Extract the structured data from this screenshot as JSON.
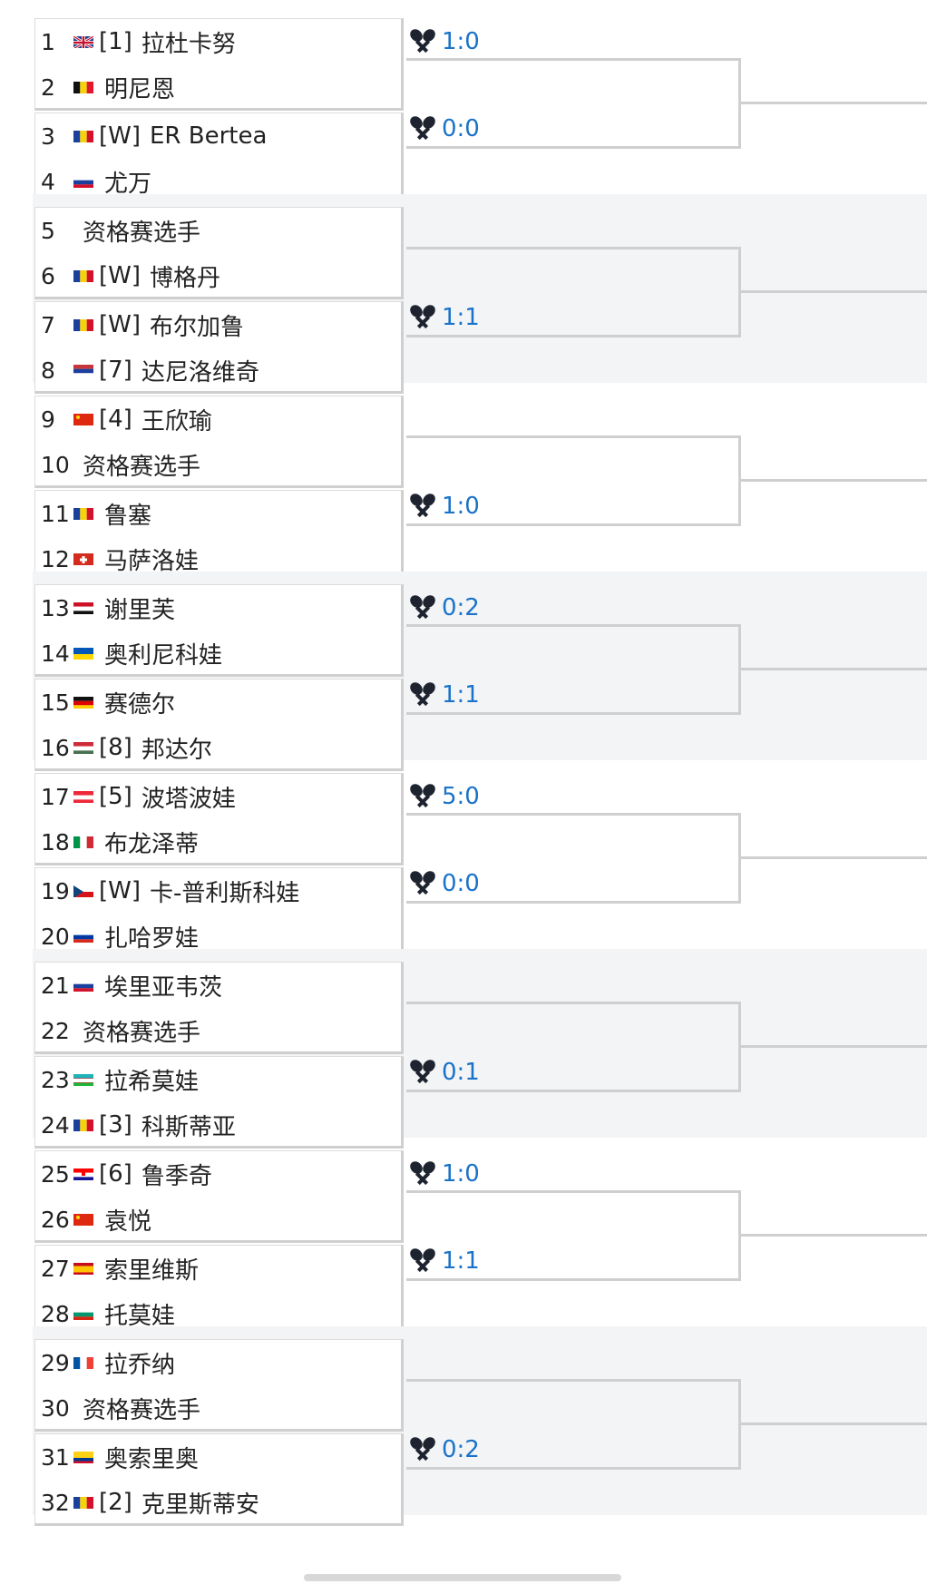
{
  "players": [
    {
      "num": "1",
      "flag": "gbr",
      "seed": "[1]",
      "name": "拉杜卡努"
    },
    {
      "num": "2",
      "flag": "bel",
      "seed": "",
      "name": "明尼恩"
    },
    {
      "num": "3",
      "flag": "rou",
      "seed": "[W]",
      "name": "ER Bertea"
    },
    {
      "num": "4",
      "flag": "svn",
      "seed": "",
      "name": "尤万"
    },
    {
      "num": "5",
      "flag": "",
      "seed": "",
      "name": "资格赛选手"
    },
    {
      "num": "6",
      "flag": "rou",
      "seed": "[W]",
      "name": "博格丹"
    },
    {
      "num": "7",
      "flag": "rou",
      "seed": "[W]",
      "name": "布尔加鲁"
    },
    {
      "num": "8",
      "flag": "srb",
      "seed": "[7]",
      "name": "达尼洛维奇"
    },
    {
      "num": "9",
      "flag": "chn",
      "seed": "[4]",
      "name": "王欣瑜"
    },
    {
      "num": "10",
      "flag": "",
      "seed": "",
      "name": "资格赛选手"
    },
    {
      "num": "11",
      "flag": "rou",
      "seed": "",
      "name": "鲁塞"
    },
    {
      "num": "12",
      "flag": "sui",
      "seed": "",
      "name": "马萨洛娃"
    },
    {
      "num": "13",
      "flag": "egy",
      "seed": "",
      "name": "谢里芙"
    },
    {
      "num": "14",
      "flag": "ukr",
      "seed": "",
      "name": "奥利尼科娃"
    },
    {
      "num": "15",
      "flag": "ger",
      "seed": "",
      "name": "赛德尔"
    },
    {
      "num": "16",
      "flag": "hun",
      "seed": "[8]",
      "name": "邦达尔"
    },
    {
      "num": "17",
      "flag": "aut",
      "seed": "[5]",
      "name": "波塔波娃"
    },
    {
      "num": "18",
      "flag": "ita",
      "seed": "",
      "name": "布龙泽蒂"
    },
    {
      "num": "19",
      "flag": "cze",
      "seed": "[W]",
      "name": "卡-普利斯科娃"
    },
    {
      "num": "20",
      "flag": "rus",
      "seed": "",
      "name": "扎哈罗娃"
    },
    {
      "num": "21",
      "flag": "svn",
      "seed": "",
      "name": "埃里亚韦茨"
    },
    {
      "num": "22",
      "flag": "",
      "seed": "",
      "name": "资格赛选手"
    },
    {
      "num": "23",
      "flag": "uzb",
      "seed": "",
      "name": "拉希莫娃"
    },
    {
      "num": "24",
      "flag": "rou",
      "seed": "[3]",
      "name": "科斯蒂亚"
    },
    {
      "num": "25",
      "flag": "cro",
      "seed": "[6]",
      "name": "鲁季奇"
    },
    {
      "num": "26",
      "flag": "chn",
      "seed": "",
      "name": "袁悦"
    },
    {
      "num": "27",
      "flag": "esp",
      "seed": "",
      "name": "索里维斯"
    },
    {
      "num": "28",
      "flag": "bul",
      "seed": "",
      "name": "托莫娃"
    },
    {
      "num": "29",
      "flag": "fra",
      "seed": "",
      "name": "拉乔纳"
    },
    {
      "num": "30",
      "flag": "",
      "seed": "",
      "name": "资格赛选手"
    },
    {
      "num": "31",
      "flag": "col",
      "seed": "",
      "name": "奥索里奥"
    },
    {
      "num": "32",
      "flag": "rou",
      "seed": "[2]",
      "name": "克里斯蒂安"
    }
  ],
  "h2h": [
    {
      "match": 1,
      "pos": "top",
      "text": "1:0"
    },
    {
      "match": 2,
      "pos": "top",
      "text": "0:0"
    },
    {
      "match": 4,
      "pos": "top",
      "text": "1:1"
    },
    {
      "match": 6,
      "pos": "top",
      "text": "1:0"
    },
    {
      "match": 7,
      "pos": "first",
      "text": "0:2"
    },
    {
      "match": 8,
      "pos": "top",
      "text": "1:1"
    },
    {
      "match": 9,
      "pos": "first",
      "text": "5:0"
    },
    {
      "match": 10,
      "pos": "top",
      "text": "0:0"
    },
    {
      "match": 12,
      "pos": "top",
      "text": "0:1"
    },
    {
      "match": 13,
      "pos": "first",
      "text": "1:0"
    },
    {
      "match": 14,
      "pos": "top",
      "text": "1:1"
    },
    {
      "match": 16,
      "pos": "top",
      "text": "0:2"
    }
  ],
  "icons": {
    "h2h": "crossed-rackets-icon"
  },
  "colors": {
    "score": "#1a73c9",
    "band": "#f3f4f6",
    "line": "#cfcfcf"
  }
}
